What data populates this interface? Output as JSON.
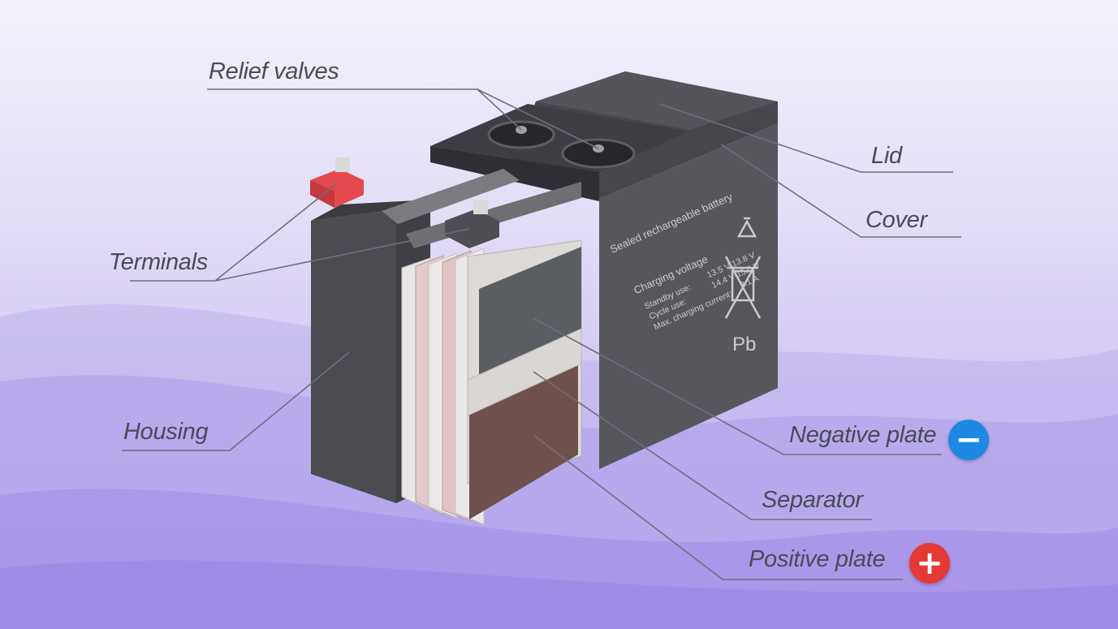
{
  "colors": {
    "negative_badge": "#1e88e5",
    "positive_badge": "#e53935",
    "positive_terminal": "#e4494d",
    "callout_line": "#6f6f7a",
    "label_text": "#4a4a58"
  },
  "labels": {
    "relief_valves": "Relief valves",
    "lid": "Lid",
    "cover": "Cover",
    "terminals": "Terminals",
    "housing": "Housing",
    "negative_plate": "Negative plate",
    "separator": "Separator",
    "positive_plate": "Positive plate"
  },
  "badges": {
    "negative": {
      "icon": "minus-icon",
      "symbol": "−"
    },
    "positive": {
      "icon": "plus-icon",
      "symbol": "+"
    }
  },
  "battery_label": {
    "title": "Sealed rechargeable battery",
    "charging_voltage": "Charging voltage",
    "standby_use": "Standby use:",
    "standby_value": "13.5 V-13.8 V",
    "cycle_use": "Cycle use:",
    "cycle_value": "14.4 V-15.0 V",
    "max_current": "Max. charging current:",
    "max_current_value": "2.1 A",
    "pb": "Pb",
    "recycle_icon": "recycle-icon",
    "bin_icon": "crossed-bin-icon"
  }
}
